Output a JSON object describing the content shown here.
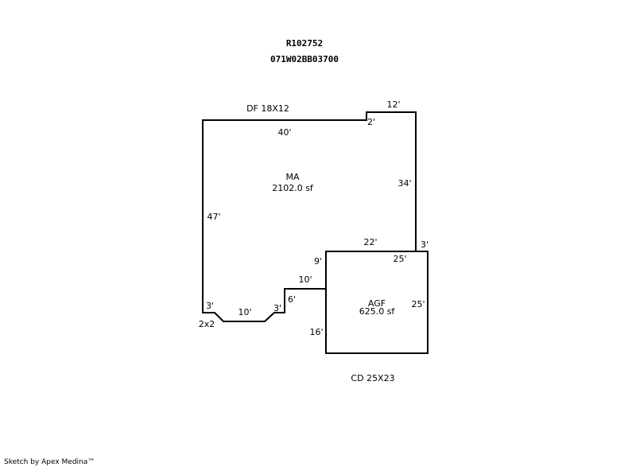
{
  "header": {
    "account": "R102752",
    "map_tax_lot": "071W02BB03700"
  },
  "areas": {
    "main": {
      "code": "MA",
      "area": "2102.0 sf"
    },
    "garage": {
      "code": "AGF",
      "area": "625.0 sf"
    }
  },
  "annotations": {
    "deck_finished": "DF 18X12",
    "concrete_deck": "CD 25X23",
    "corner": "2x2"
  },
  "dimensions": {
    "top_40": "40'",
    "top_jog_12": "12'",
    "top_jog_2": "2'",
    "right_34": "34'",
    "right_3": "3'",
    "mid_22": "22'",
    "mid_9": "9'",
    "mid_10": "10'",
    "mid_6": "6'",
    "bottom_3_right": "3'",
    "bottom_10": "10'",
    "bottom_3_left": "3'",
    "left_47": "47'",
    "garage_top_25": "25'",
    "garage_right_25": "25'",
    "garage_left_16": "16'"
  },
  "footer": {
    "credit": "Sketch by Apex Medina™"
  },
  "colors": {
    "line": "#000000",
    "background": "#ffffff"
  }
}
